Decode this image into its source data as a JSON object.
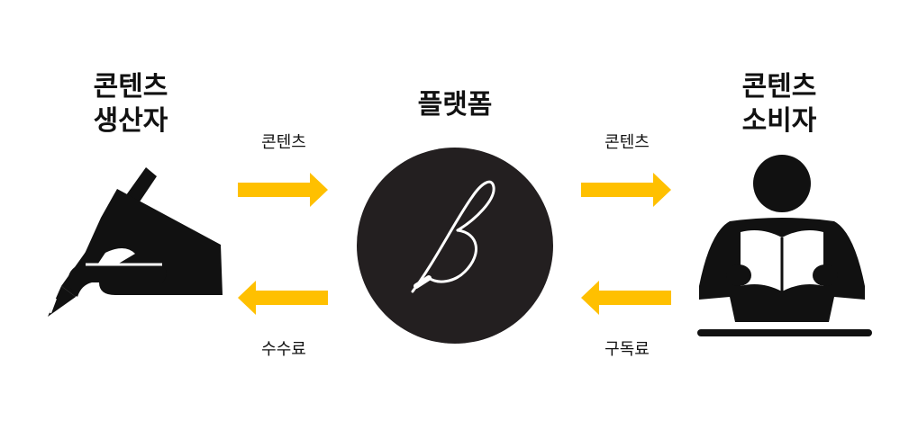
{
  "producer": {
    "title": "콘텐츠\n생산자",
    "icon": "writing-hand-icon"
  },
  "platform": {
    "title": "플랫폼",
    "icon": "stylized-b-logo"
  },
  "consumer": {
    "title": "콘텐츠\n소비자",
    "icon": "person-reading-icon"
  },
  "flows": {
    "content_to_platform": "콘텐츠",
    "fee_to_producer": "수수료",
    "content_to_consumer": "콘텐츠",
    "subscription_to_platform": "구독료"
  },
  "colors": {
    "arrow": "#FFC000",
    "ink": "#111111",
    "platform_circle": "#231F20"
  }
}
